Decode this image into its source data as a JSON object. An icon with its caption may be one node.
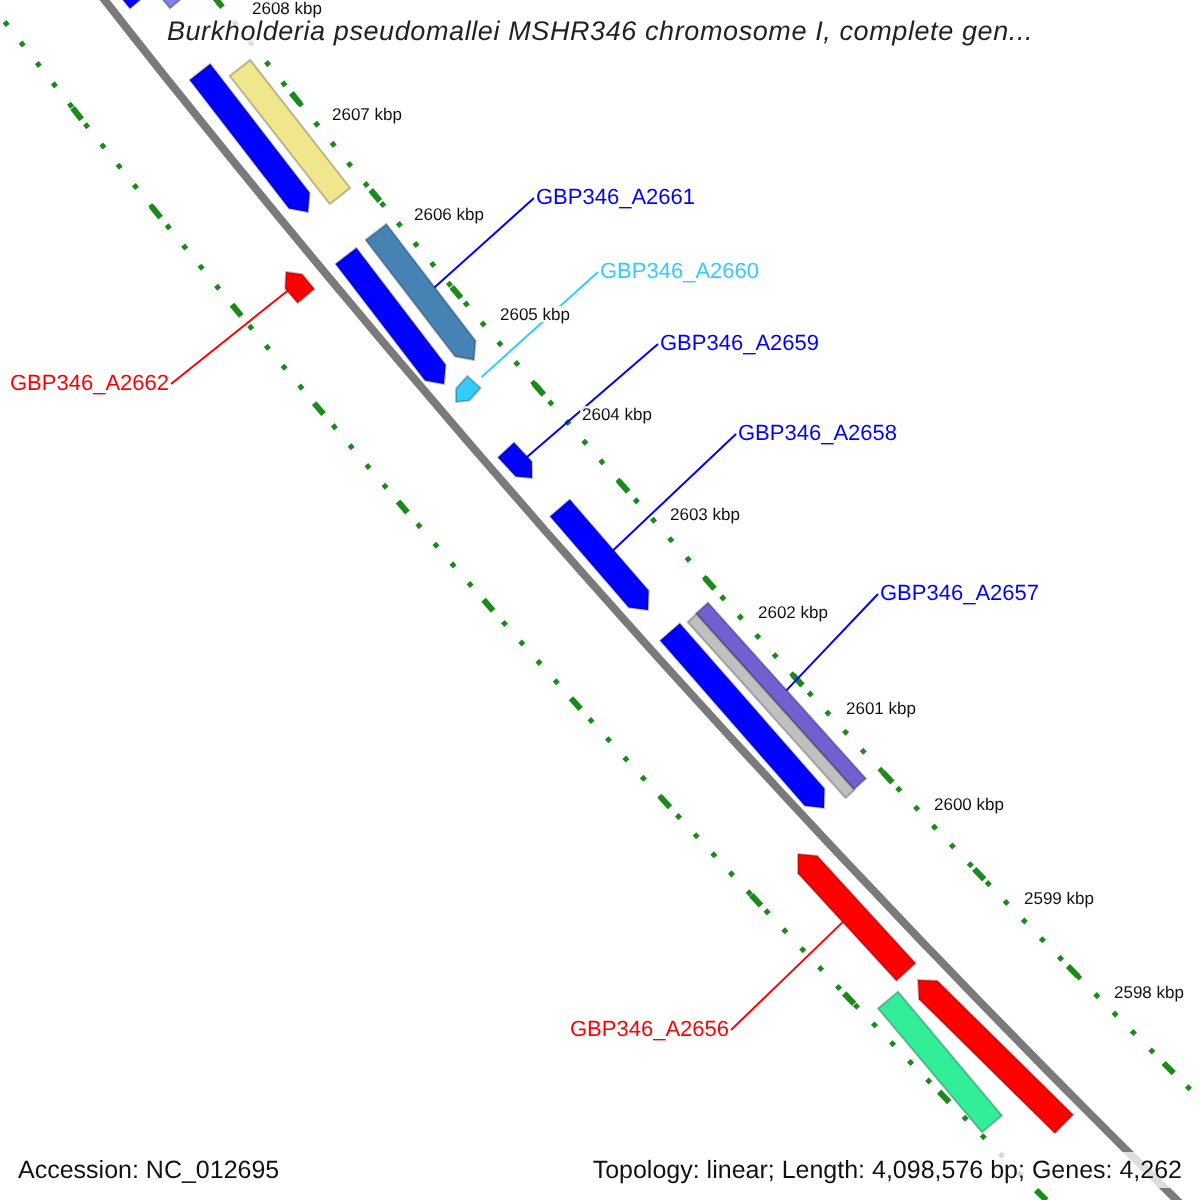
{
  "diagram": {
    "title": "Burkholderia pseudomallei MSHR346 chromosome I, complete gen...",
    "nodes": [
      {
        "text": [
          "GBP346_A2661"
        ]
      },
      {
        "text": [
          "GBP346_A2660"
        ]
      },
      {
        "text": [
          "GBP346_A2659"
        ]
      },
      {
        "text": [
          "GBP346_A2662"
        ]
      },
      {
        "text": [
          "GBP346_A2658"
        ]
      },
      {
        "text": [
          "GBP346_A2657"
        ]
      },
      {
        "text": [
          "GBP346_A2656"
        ]
      },
      {
        "text": [],
        "shape": "bar"
      },
      {
        "text": [],
        "shape": "bar"
      },
      {
        "text": [],
        "shape": "bar"
      },
      {
        "text": [],
        "shape": "bar"
      },
      {
        "text": [],
        "shape": "bar"
      },
      {
        "text": [],
        "shape": "bar"
      },
      {
        "text": [],
        "shape": "bar"
      },
      {
        "text": [],
        "shape": "bar"
      },
      {
        "text": [],
        "shape": "bar"
      },
      {
        "text": [],
        "shape": "bar"
      },
      {
        "text": [],
        "shape": "bar"
      },
      {
        "text": [],
        "shape": "bar"
      },
      {
        "text": [],
        "shape": "bar"
      },
      {
        "text": [],
        "shape": "bar"
      },
      {
        "text": [],
        "shape": "bar"
      },
      {
        "text": [],
        "shape": "bar"
      }
    ],
    "edges": [
      {
        "from": 0,
        "to": 11,
        "arrow": "none"
      },
      {
        "from": 1,
        "to": 14,
        "arrow": "none",
        "color": "#33ccff"
      },
      {
        "from": 2,
        "to": 15,
        "arrow": "none"
      },
      {
        "from": 3,
        "to": 13,
        "arrow": "none",
        "color": "#ff0000"
      },
      {
        "from": 4,
        "to": 16,
        "arrow": "none"
      },
      {
        "from": 5,
        "to": 17,
        "arrow": "none"
      },
      {
        "from": 6,
        "to": 20,
        "arrow": "none",
        "color": "#ff0000"
      }
    ],
    "labels": [
      "2608 kbp",
      "2607 kbp",
      "2606 kbp",
      "2605 kbp",
      "2604 kbp",
      "2603 kbp",
      "2602 kbp",
      "2601 kbp",
      "2600 kbp",
      "2599 kbp",
      "2598 kbp",
      "Accession: NC_012695",
      "Topology: linear; Length: 4,098,576 bp; Genes: 4,262"
    ]
  }
}
